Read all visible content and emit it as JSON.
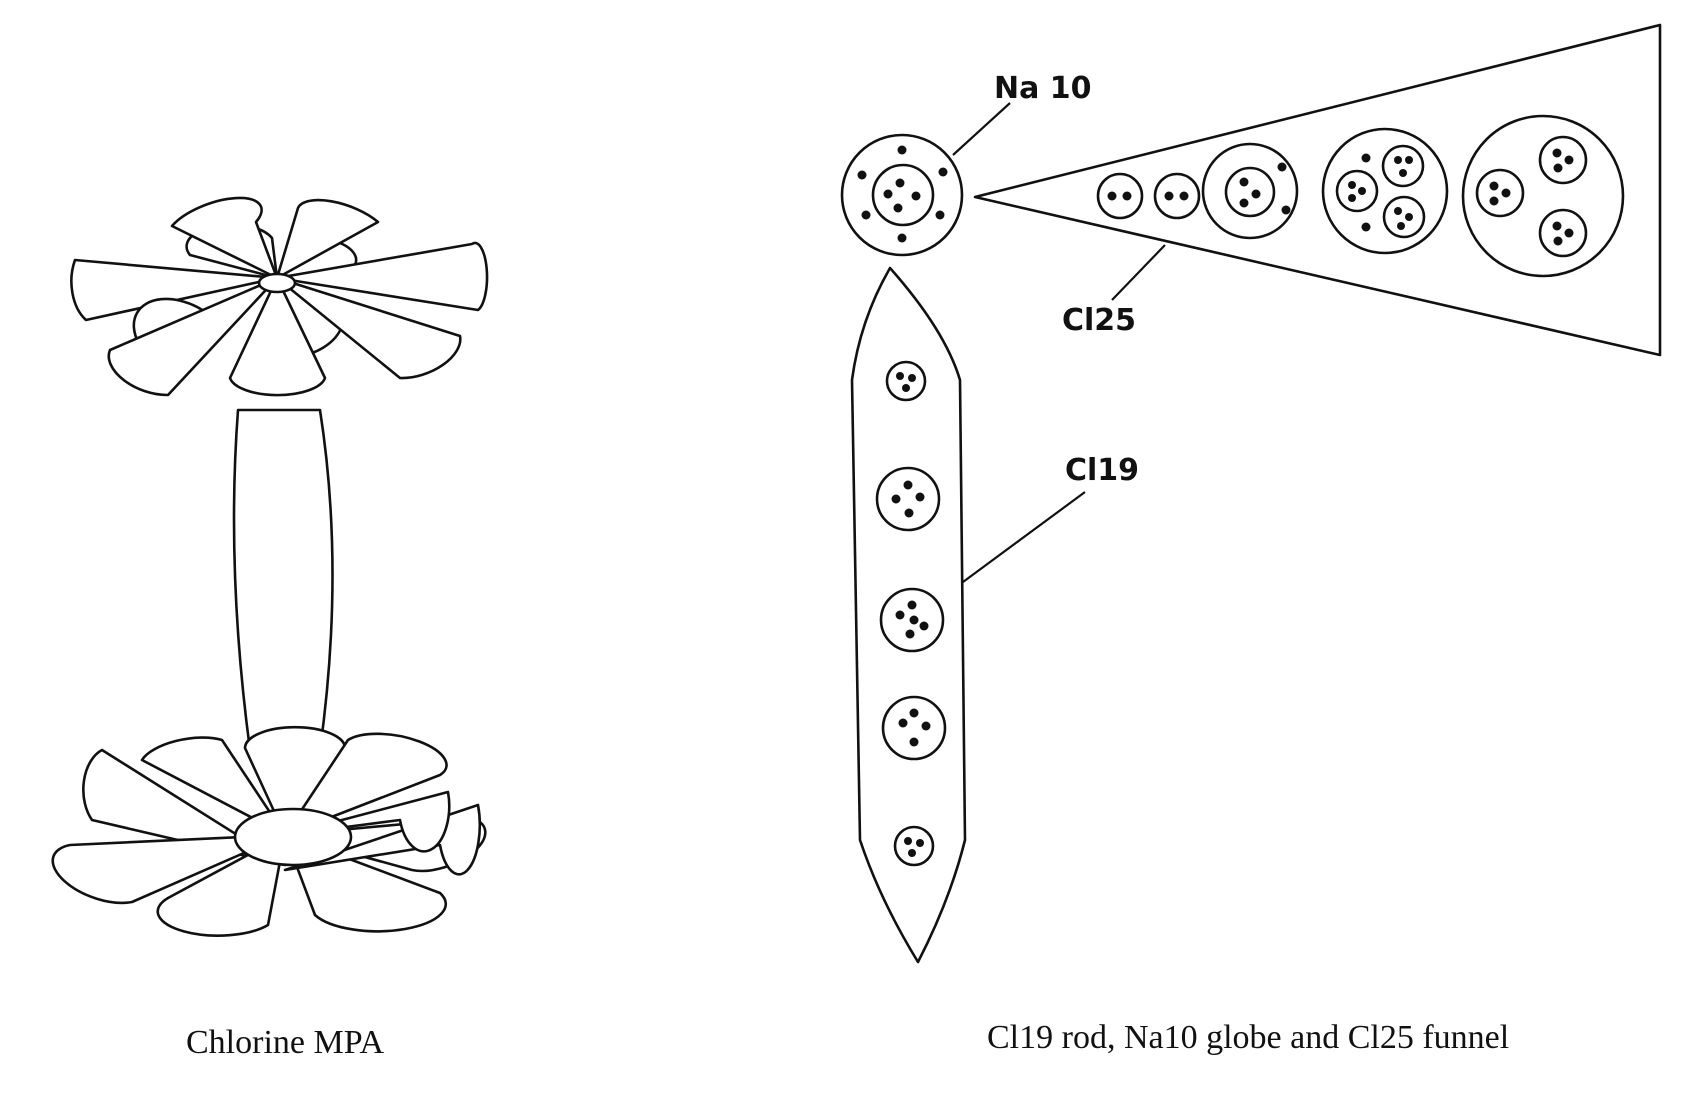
{
  "captions": {
    "left": "Chlorine MPA",
    "right": "Cl19 rod, Na10 globe and Cl25 funnel"
  },
  "labels": {
    "na10": "Na 10",
    "cl25": "Cl25",
    "cl19": "Cl19"
  },
  "colors": {
    "ink": "#111111",
    "paper": "#ffffff"
  }
}
